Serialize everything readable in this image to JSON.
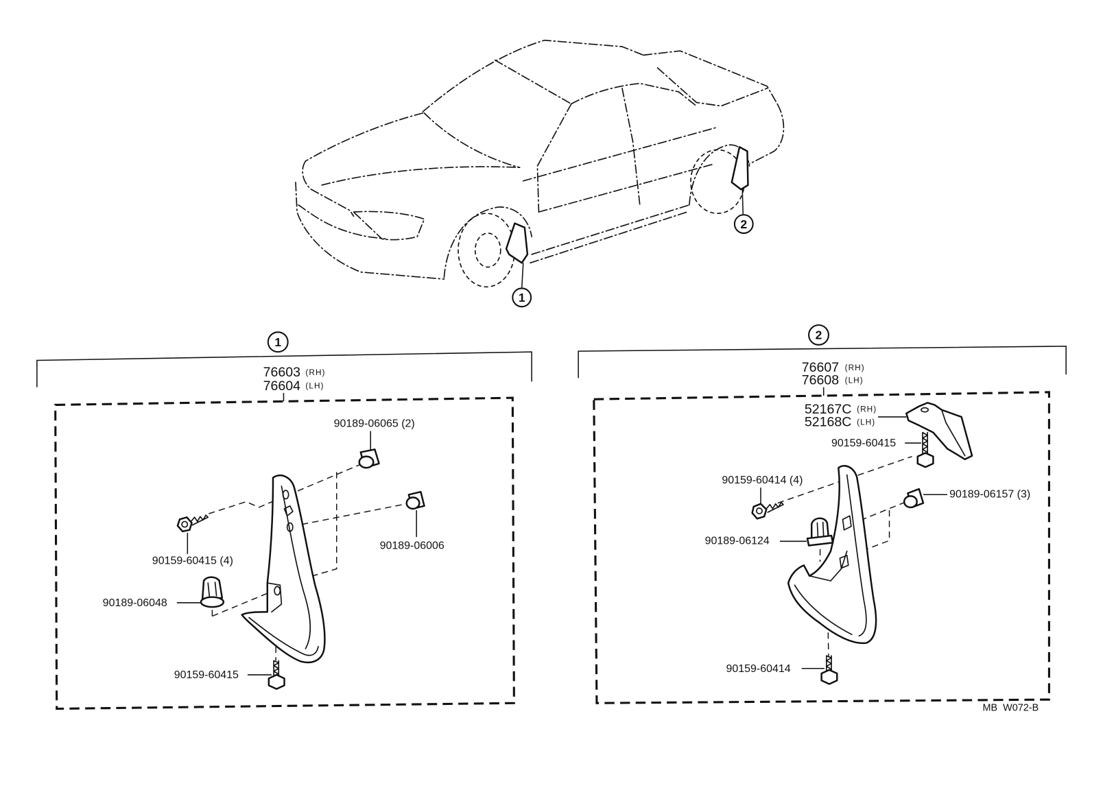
{
  "callouts": {
    "front_flap": "1",
    "rear_flap": "2"
  },
  "sections": [
    {
      "marker": "1",
      "assembly": [
        {
          "number": "76603",
          "side": "(RH)"
        },
        {
          "number": "76604",
          "side": "(LH)"
        }
      ],
      "parts": [
        "90189-06065 (2)",
        "90189-06006",
        "90159-60415 (4)",
        "90189-06048",
        "90159-60415"
      ]
    },
    {
      "marker": "2",
      "assembly": [
        {
          "number": "76607",
          "side": "(RH)"
        },
        {
          "number": "76608",
          "side": "(LH)"
        }
      ],
      "bracket": [
        {
          "number": "52167C",
          "side": "(RH)"
        },
        {
          "number": "52168C",
          "side": "(LH)"
        }
      ],
      "parts": [
        "90159-60415",
        "90159-60414 (4)",
        "90189-06157 (3)",
        "90189-06124",
        "90159-60414"
      ]
    }
  ],
  "drawing_code": "MB  W072-B"
}
